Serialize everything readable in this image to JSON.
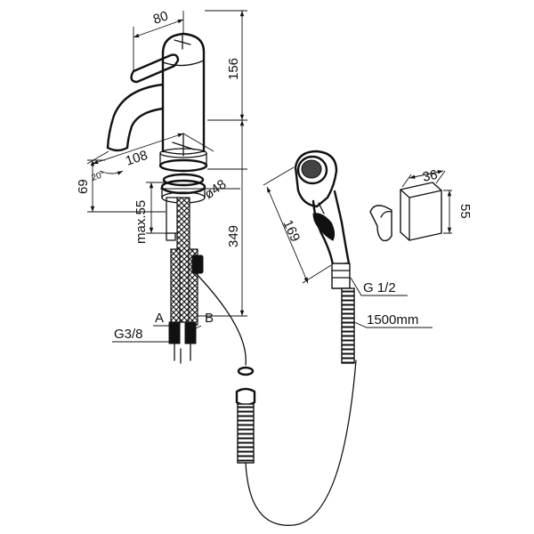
{
  "dimensions": {
    "spout_top_width": "80",
    "tap_upper_height": "156",
    "spout_reach": "108",
    "spout_angle": "20°",
    "spout_height": "69",
    "thread_length": "max.55",
    "body_diameter": "ø48",
    "tap_total_height": "349",
    "shower_length": "169",
    "holder_depth": "36",
    "holder_height": "55",
    "shower_thread": "G 1/2",
    "hose_length": "1500mm",
    "inlet_thread": "G3/8",
    "inlet_a": "A",
    "inlet_b": "B"
  }
}
